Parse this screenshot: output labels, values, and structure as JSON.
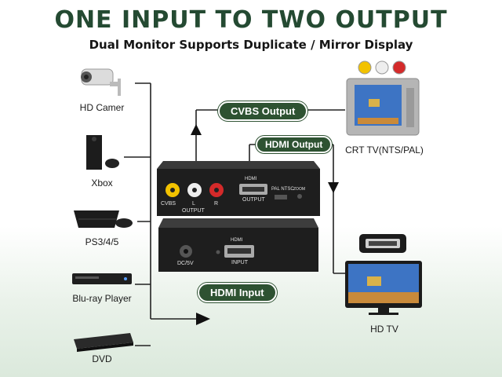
{
  "header": {
    "title": "ONE INPUT TO TWO OUTPUT",
    "subtitle": "Dual Monitor Supports Duplicate / Mirror Display"
  },
  "sources": [
    {
      "label": "HD Camer",
      "icon": "camera-icon"
    },
    {
      "label": "Xbox",
      "icon": "xbox-console-icon"
    },
    {
      "label": "PS3/4/5",
      "icon": "ps-console-icon"
    },
    {
      "label": "Blu-ray Player",
      "icon": "bluray-player-icon"
    },
    {
      "label": "DVD",
      "icon": "dvd-player-icon"
    }
  ],
  "badges": {
    "cvbs_output": "CVBS Output",
    "hdmi_output": "HDMI Output",
    "hdmi_input": "HDMI Input"
  },
  "outputs": {
    "crt_label": "CRT TV(NTS/PAL)",
    "hdtv_label": "HD TV"
  },
  "device": {
    "port_cvbs": "CVBS",
    "port_l": "L",
    "port_r": "R",
    "output_caption": "OUTPUT",
    "hdmi_tag": "HDMI",
    "hdmi_output_caption": "OUTPUT",
    "switch_caption": "PAL NTSC",
    "zoom_caption": "ZOOM",
    "dc_caption": "DC/5V",
    "hdmi_input_tag": "HDMI",
    "hdmi_input_caption": "INPUT"
  },
  "colors": {
    "accent_green": "#2e5232",
    "title_green": "#244a32",
    "rca_yellow": "#f2c200",
    "rca_white": "#eeeeee",
    "rca_red": "#d42a2a"
  }
}
